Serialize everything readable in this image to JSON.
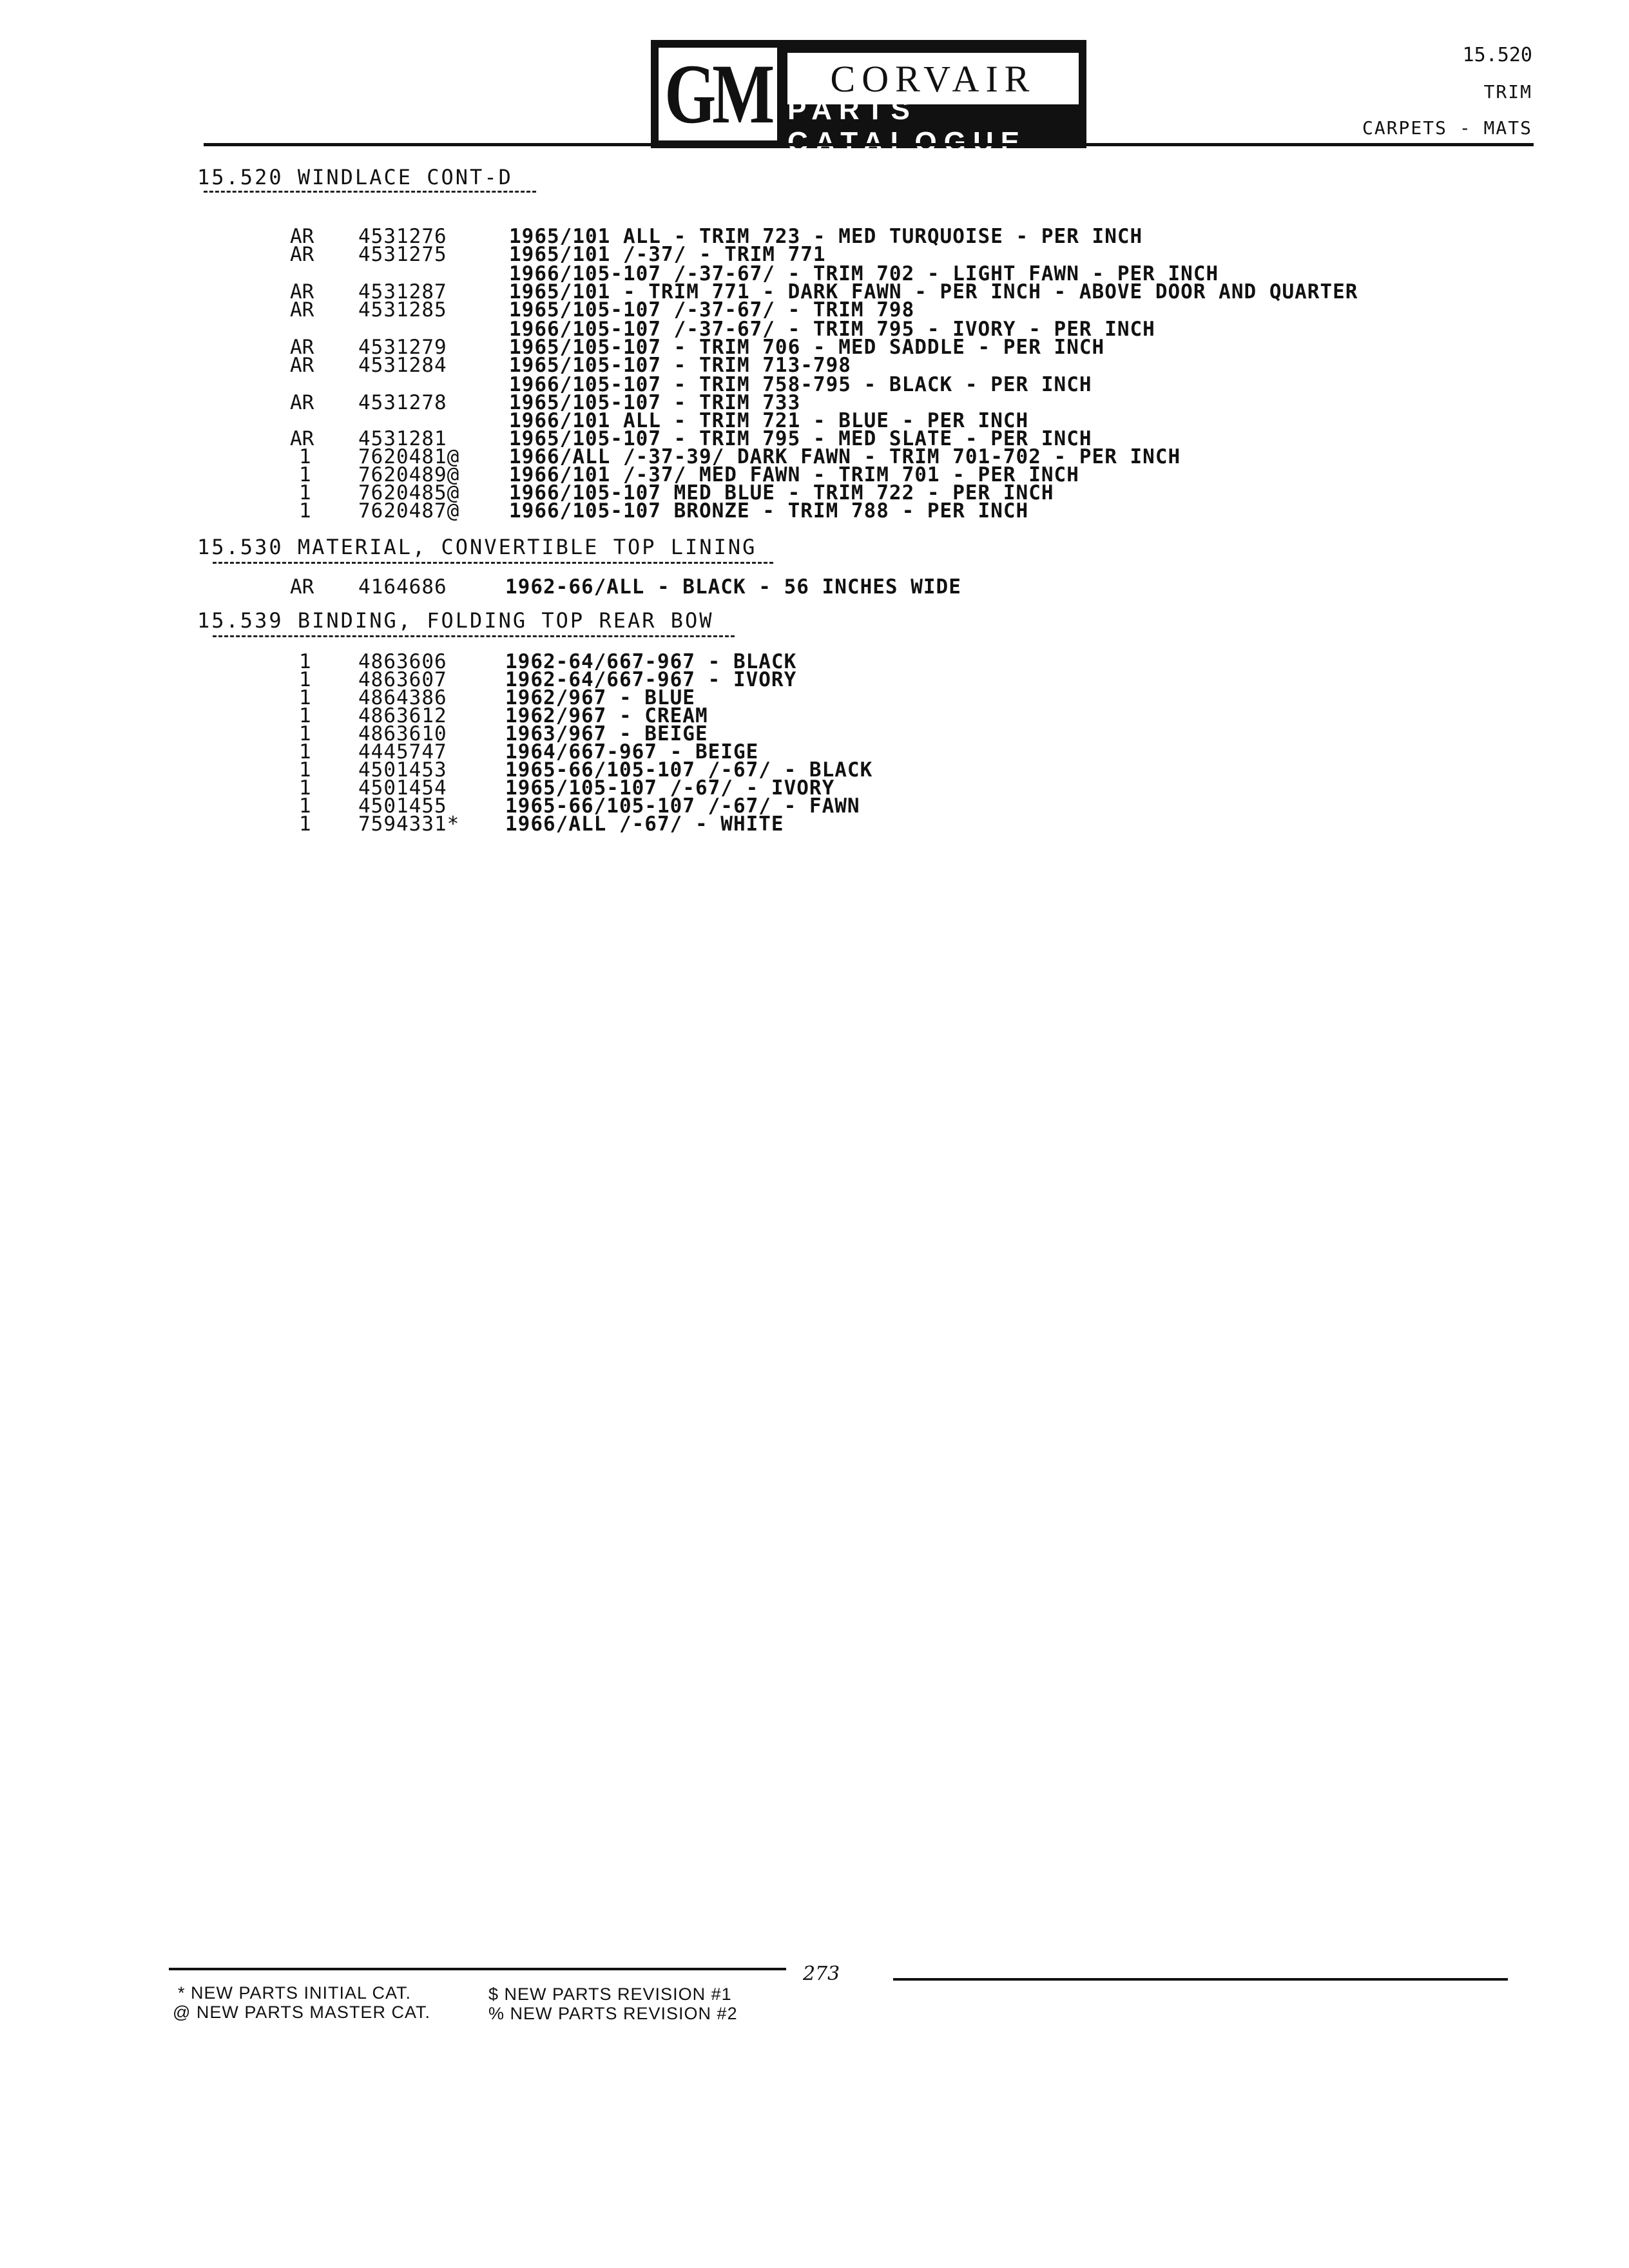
{
  "header": {
    "logo": {
      "gm": "GM",
      "corvair": "CORVAIR",
      "parts_catalogue": "PARTS CATALOGUE"
    },
    "section_number": "15.520",
    "category": "TRIM",
    "subcategory": "CARPETS - MATS"
  },
  "sections": [
    {
      "title": "15.520  WINDLACE CONT-D",
      "rows": [
        {
          "qty": "AR",
          "part": "4531276",
          "desc": "1965/101 ALL - TRIM 723 - MED TURQUOISE - PER INCH"
        },
        {
          "qty": "AR",
          "part": "4531275",
          "desc": "1965/101 /-37/ - TRIM 771"
        },
        {
          "qty": "",
          "part": "",
          "desc": "1966/105-107 /-37-67/ - TRIM 702 - LIGHT FAWN - PER INCH"
        },
        {
          "qty": "AR",
          "part": "4531287",
          "desc": "1965/101 - TRIM 771 - DARK FAWN - PER INCH - ABOVE DOOR AND QUARTER"
        },
        {
          "qty": "AR",
          "part": "4531285",
          "desc": "1965/105-107 /-37-67/ - TRIM 798"
        },
        {
          "qty": "",
          "part": "",
          "desc": "1966/105-107 /-37-67/ - TRIM 795 - IVORY - PER INCH"
        },
        {
          "qty": "AR",
          "part": "4531279",
          "desc": "1965/105-107 - TRIM 706 - MED SADDLE - PER INCH"
        },
        {
          "qty": "AR",
          "part": "4531284",
          "desc": "1965/105-107 - TRIM 713-798"
        },
        {
          "qty": "",
          "part": "",
          "desc": "1966/105-107 - TRIM 758-795 - BLACK - PER INCH"
        },
        {
          "qty": "AR",
          "part": "4531278",
          "desc": "1965/105-107 - TRIM 733"
        },
        {
          "qty": "",
          "part": "",
          "desc": "1966/101 ALL - TRIM 721 - BLUE - PER INCH"
        },
        {
          "qty": "AR",
          "part": "4531281",
          "desc": "1965/105-107 - TRIM 795 - MED SLATE - PER INCH"
        },
        {
          "qty": "1",
          "part": "7620481@",
          "desc": "1966/ALL /-37-39/ DARK FAWN - TRIM 701-702 - PER INCH"
        },
        {
          "qty": "1",
          "part": "7620489@",
          "desc": "1966/101 /-37/ MED FAWN - TRIM 701 - PER INCH"
        },
        {
          "qty": "1",
          "part": "7620485@",
          "desc": "1966/105-107 MED BLUE - TRIM 722 - PER INCH"
        },
        {
          "qty": "1",
          "part": "7620487@",
          "desc": "1966/105-107 BRONZE - TRIM 788 - PER INCH"
        }
      ]
    },
    {
      "title": "15.530 MATERIAL, CONVERTIBLE TOP LINING",
      "rows": [
        {
          "qty": "AR",
          "part": "4164686",
          "desc": "1962-66/ALL - BLACK - 56 INCHES WIDE"
        }
      ]
    },
    {
      "title": "15.539 BINDING, FOLDING TOP REAR BOW",
      "rows": [
        {
          "qty": "1",
          "part": "4863606",
          "desc": "1962-64/667-967 - BLACK"
        },
        {
          "qty": "1",
          "part": "4863607",
          "desc": "1962-64/667-967 - IVORY"
        },
        {
          "qty": "1",
          "part": "4864386",
          "desc": "1962/967 - BLUE"
        },
        {
          "qty": "1",
          "part": "4863612",
          "desc": "1962/967 - CREAM"
        },
        {
          "qty": "1",
          "part": "4863610",
          "desc": "1963/967 - BEIGE"
        },
        {
          "qty": "1",
          "part": "4445747",
          "desc": "1964/667-967 - BEIGE"
        },
        {
          "qty": "1",
          "part": "4501453",
          "desc": "1965-66/105-107 /-67/ - BLACK"
        },
        {
          "qty": "1",
          "part": "4501454",
          "desc": "1965/105-107 /-67/ - IVORY"
        },
        {
          "qty": "1",
          "part": "4501455",
          "desc": "1965-66/105-107 /-67/ - FAWN"
        },
        {
          "qty": "1",
          "part": "7594331*",
          "desc": "1966/ALL /-67/ - WHITE"
        }
      ]
    }
  ],
  "footer": {
    "page_number": "273",
    "legend": [
      "* NEW PARTS INITIAL CAT.",
      "@ NEW PARTS MASTER CAT.",
      "$ NEW PARTS REVISION #1",
      "% NEW PARTS REVISION #2"
    ]
  }
}
